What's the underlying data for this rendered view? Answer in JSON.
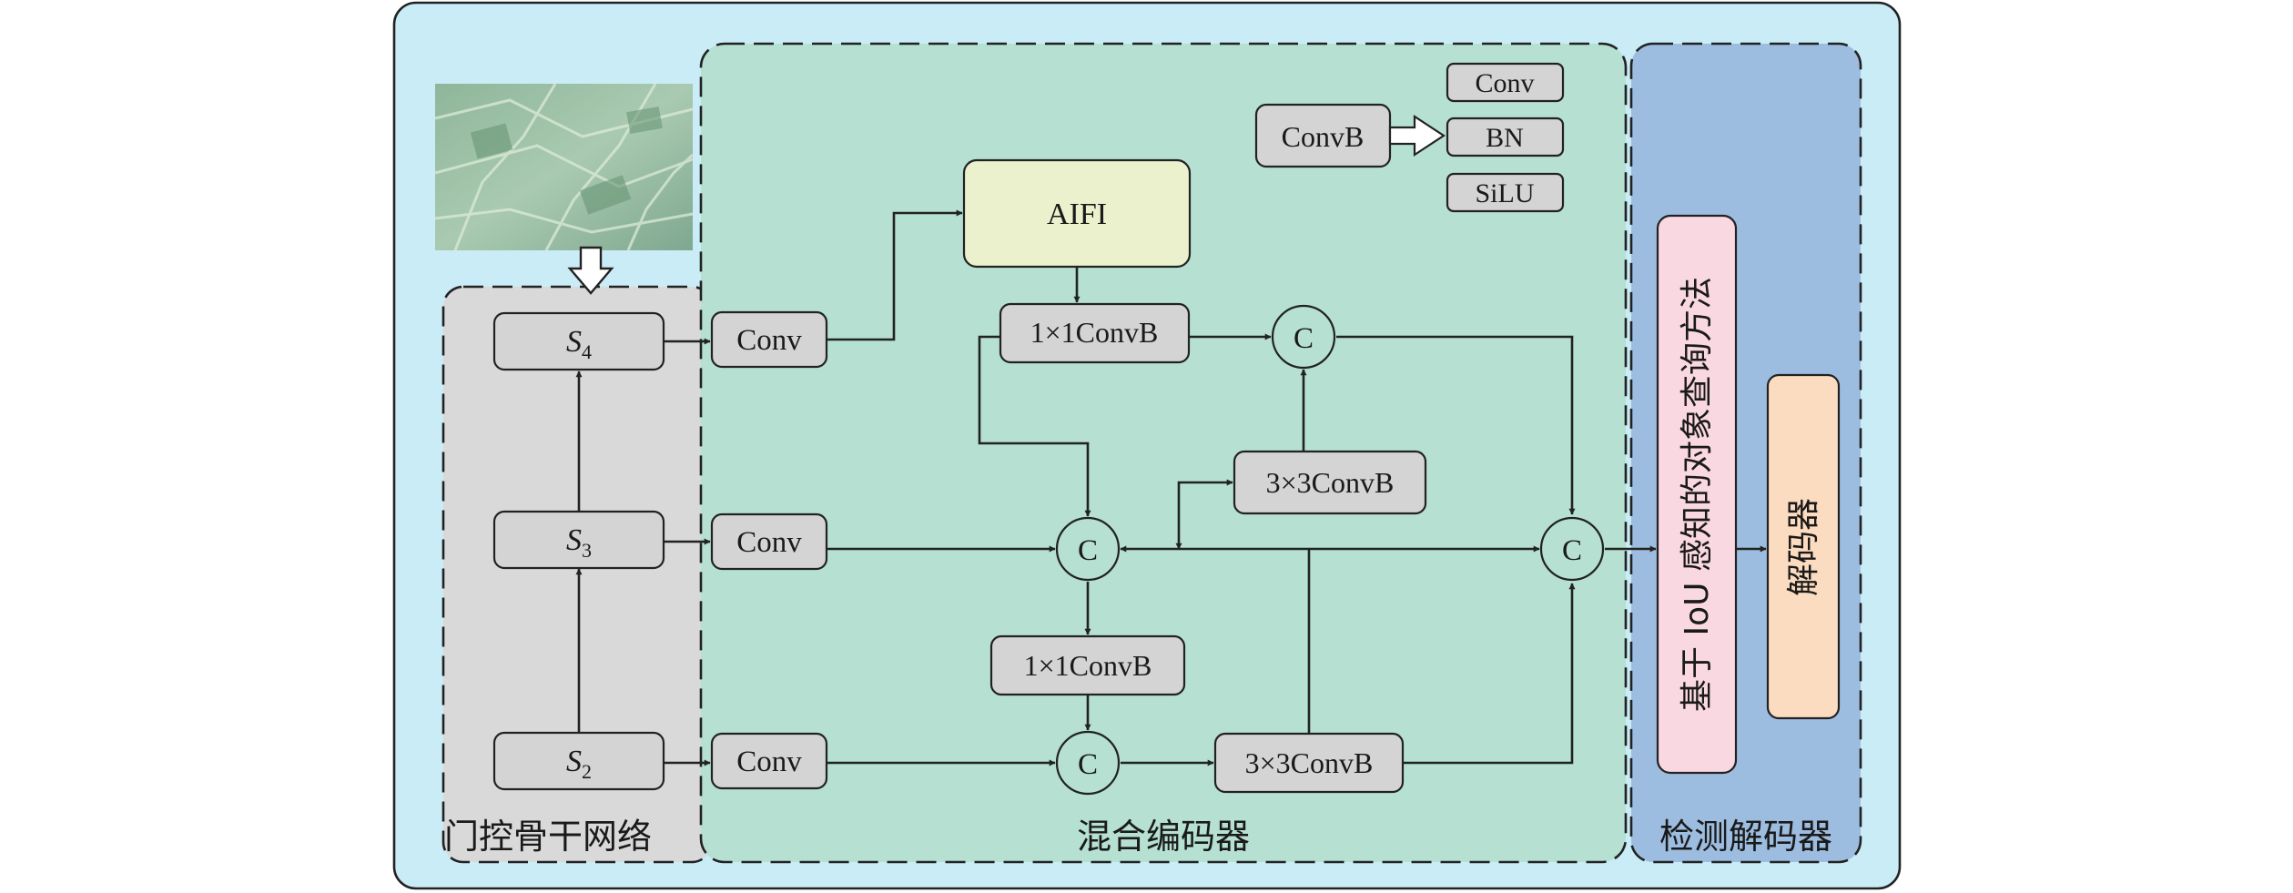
{
  "backbone": {
    "title": "门控骨干网络",
    "stages": [
      {
        "base": "S",
        "sub": "4"
      },
      {
        "base": "S",
        "sub": "3"
      },
      {
        "base": "S",
        "sub": "2"
      }
    ]
  },
  "encoder": {
    "title": "混合编码器",
    "conv_label": "Conv",
    "aifi_label": "AIFI",
    "conv1x1_label": "1×1ConvB",
    "conv3x3_label": "3×3ConvB",
    "concat_label": "C",
    "legend": {
      "block_label": "ConvB",
      "parts": [
        "Conv",
        "BN",
        "SiLU"
      ]
    }
  },
  "detection": {
    "title": "检测解码器",
    "query_label": "基于 IoU 感知的对象查询方法",
    "decoder_label": "解码器"
  },
  "colors": {
    "outer_bg": "#c9ecf7",
    "backbone_bg": "#d9d9d9",
    "encoder_bg": "#b5e0d2",
    "detection_bg": "#9dbde0",
    "node_fill": "#d4d4d4",
    "aifi_fill": "#eaf1cc",
    "query_fill": "#f9d8e1",
    "decoder_fill": "#fcdcc0"
  },
  "icons": {
    "input_image": "aerial-farmland-image",
    "arrow_style": "filled-arrowhead"
  }
}
